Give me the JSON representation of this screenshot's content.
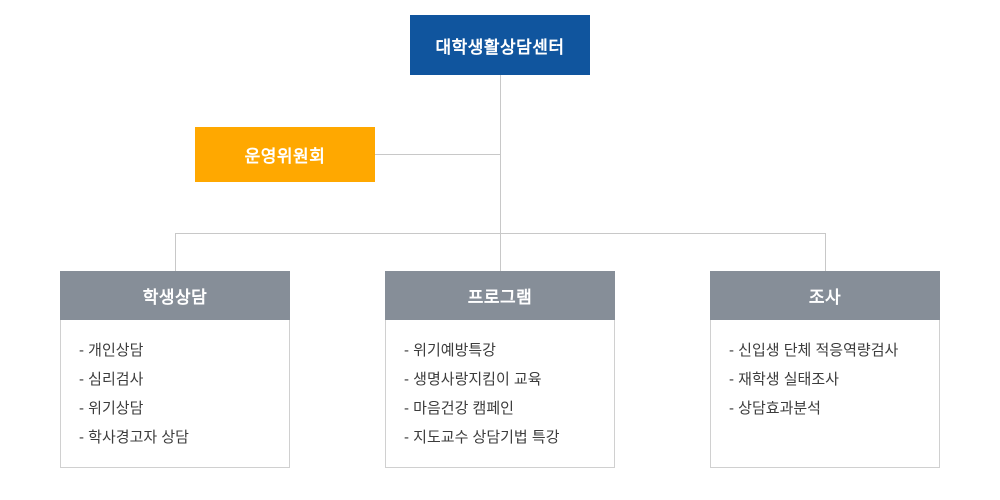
{
  "org_chart": {
    "type": "organization-diagram",
    "root": {
      "label": "대학생활상담센터"
    },
    "committee": {
      "label": "운영위원회"
    },
    "departments": [
      {
        "title": "학생상담",
        "items": [
          "- 개인상담",
          "- 심리검사",
          "- 위기상담",
          "- 학사경고자 상담"
        ]
      },
      {
        "title": "프로그램",
        "items": [
          "- 위기예방특강",
          "- 생명사랑지킴이 교육",
          "- 마음건강 캠페인",
          "- 지도교수 상담기법 특강"
        ]
      },
      {
        "title": "조사",
        "items": [
          "- 신입생 단체 적응역량검사",
          "- 재학생 실태조사",
          "- 상담효과분석"
        ]
      }
    ]
  },
  "colors": {
    "root_bg": "#10559E",
    "committee_bg": "#FFA800",
    "dept_header_bg": "#868E98",
    "line_color": "#C8C8C8",
    "border_color": "#D0D0D0",
    "text_color": "#3C3C3C"
  }
}
